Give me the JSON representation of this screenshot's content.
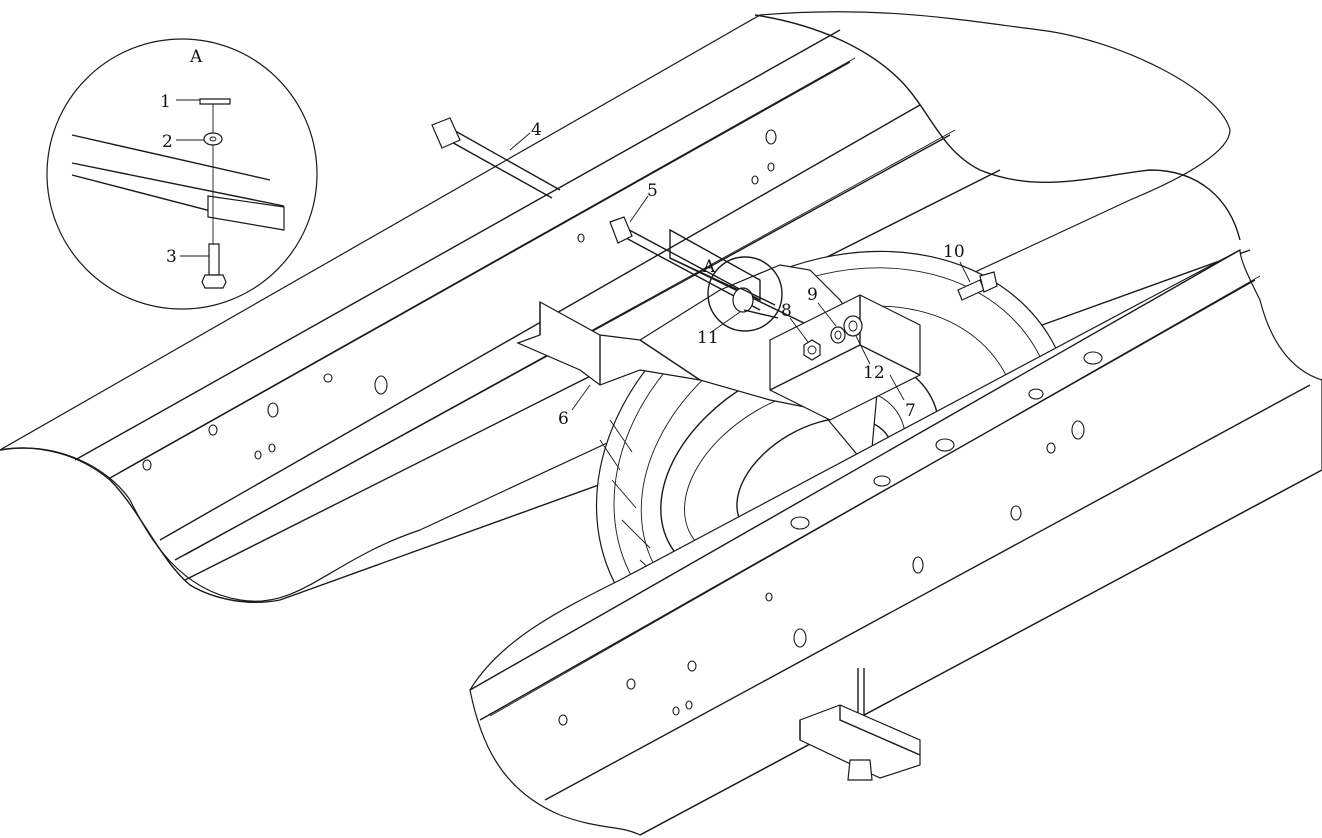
{
  "detail_view": {
    "title": "A",
    "labels": [
      "1",
      "2",
      "3"
    ]
  },
  "callouts": {
    "l4": "4",
    "l5": "5",
    "l6": "6",
    "l7": "7",
    "l8": "8",
    "l9": "9",
    "l10": "10",
    "l11": "11",
    "l12": "12",
    "lA": "A"
  },
  "colors": {
    "line": "#1a1a1a",
    "background": "#ffffff"
  }
}
